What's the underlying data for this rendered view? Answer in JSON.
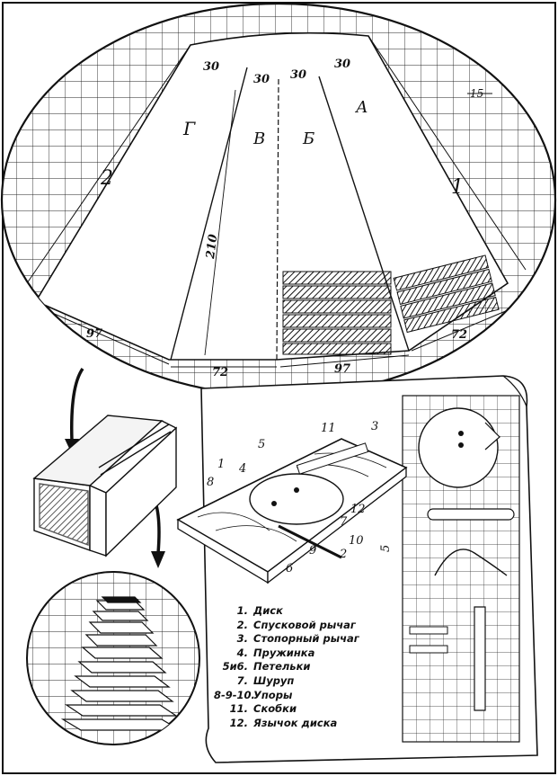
{
  "pattern": {
    "sections": [
      "Г",
      "В",
      "Б",
      "А"
    ],
    "side_numbers": [
      "2",
      "1"
    ],
    "dims": {
      "top_30_a": "30",
      "top_30_b": "30",
      "top_30_c": "30",
      "top_30_d": "30",
      "grid_15": "15",
      "height_210": "210",
      "bottom_97_left": "97",
      "bottom_72_left": "72",
      "bottom_97_right": "97",
      "bottom_72_right": "72"
    }
  },
  "grid_dim": "5",
  "assembly_labels": [
    "11",
    "3",
    "5",
    "1",
    "4",
    "8",
    "12",
    "7",
    "10",
    "2",
    "6",
    "9"
  ],
  "legend": [
    {
      "num": "1.",
      "text": "Диск"
    },
    {
      "num": "2.",
      "text": "Спусковой рычаг"
    },
    {
      "num": "3.",
      "text": "Стопорный рычаг"
    },
    {
      "num": "4.",
      "text": "Пружинка"
    },
    {
      "num": "5и6.",
      "text": "Петельки"
    },
    {
      "num": "7.",
      "text": "Шуруп"
    },
    {
      "num": "8-9-10.",
      "text": "Упоры"
    },
    {
      "num": "11.",
      "text": "Скобки"
    },
    {
      "num": "12.",
      "text": "Язычок диска"
    }
  ]
}
